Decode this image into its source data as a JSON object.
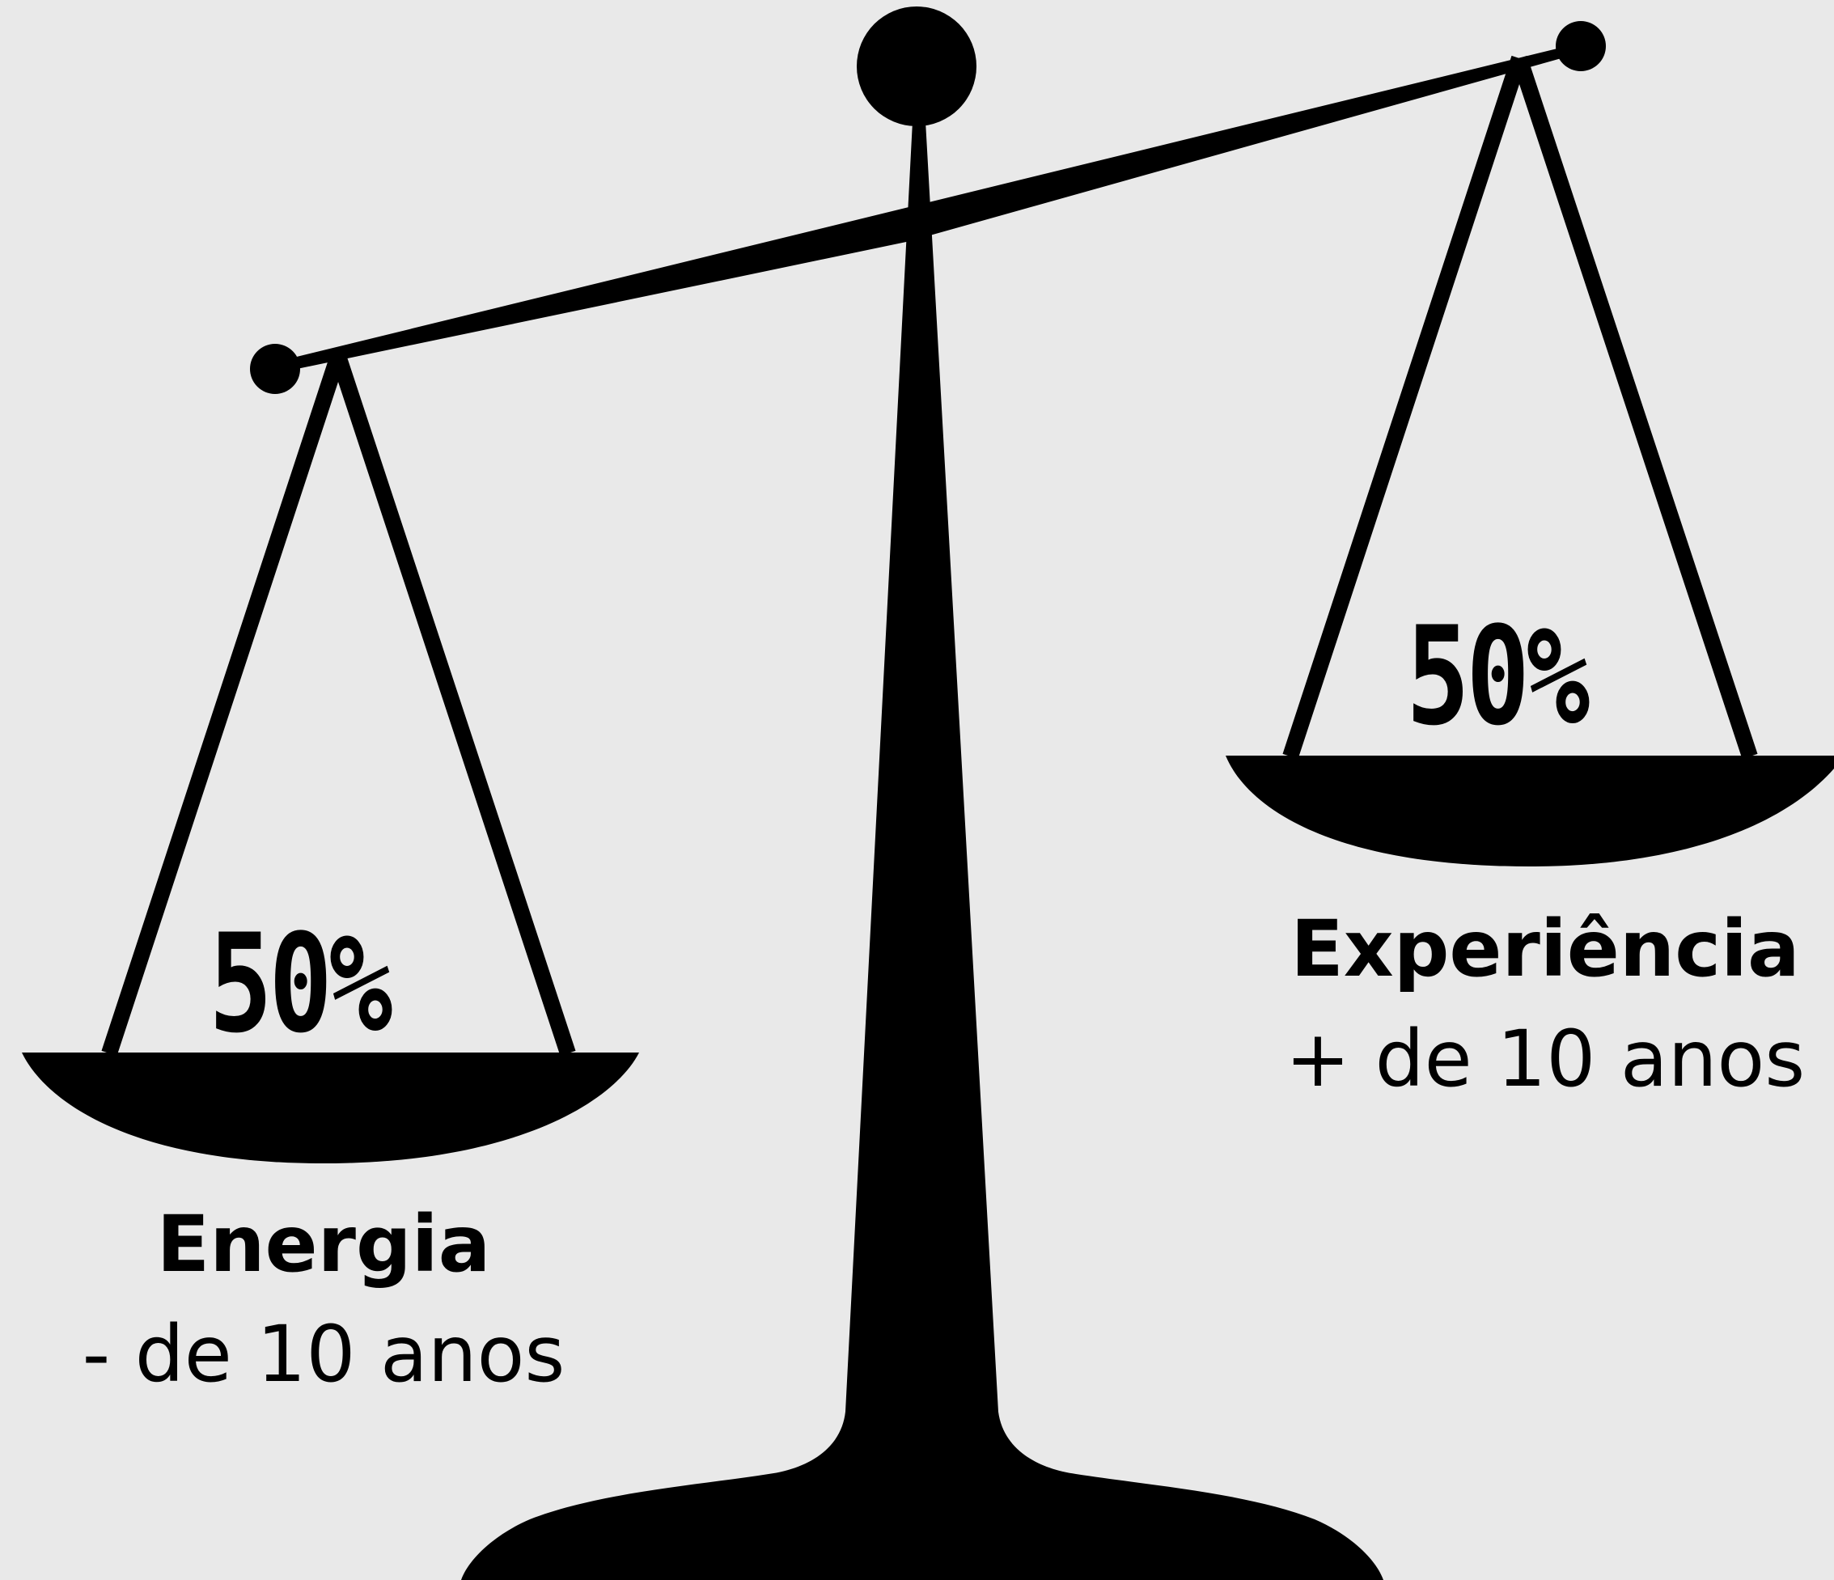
{
  "left_pan": {
    "percent": "50%",
    "title": "Energia",
    "subtitle": "- de 10 anos"
  },
  "right_pan": {
    "percent": "50%",
    "title": "Experiência",
    "subtitle": "+ de 10 anos"
  },
  "colors": {
    "background": "#e9e9e9",
    "ink": "#000000"
  }
}
